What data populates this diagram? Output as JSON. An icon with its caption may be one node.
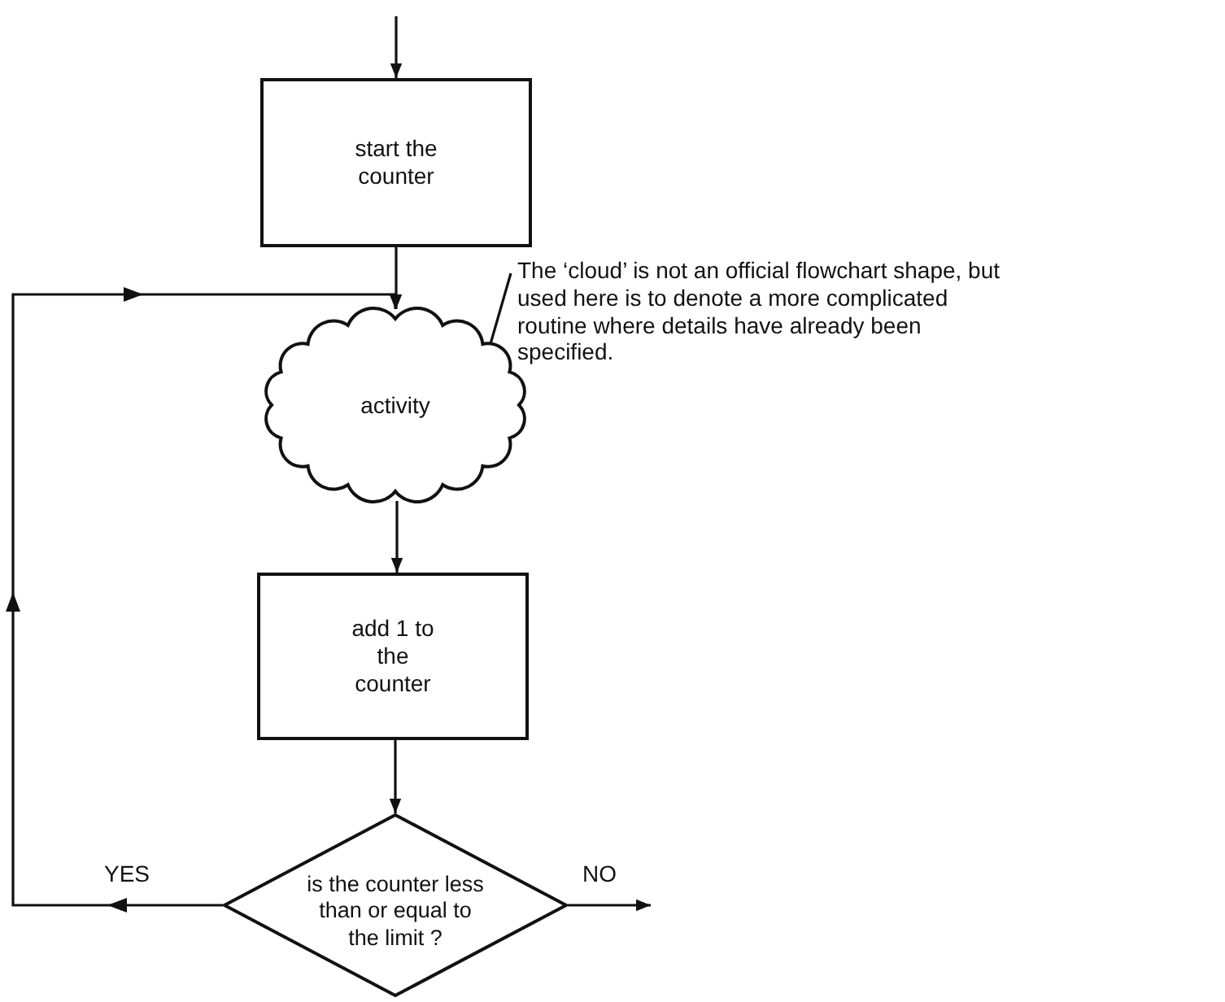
{
  "diagram": {
    "nodes": [
      {
        "text": [
          "start the counter"
        ]
      },
      {
        "text": [
          "activity"
        ]
      },
      {
        "text": [
          "add 1 to the counter"
        ]
      },
      {
        "text": [
          "is the counter less than or equal to the limit ?"
        ]
      },
      {
        "text": [
          "The ‘cloud’ is not an official flowchart shape, but used here is to denote a more complicated routine where details have already been specified."
        ]
      }
    ],
    "edges": [
      {
        "from": null,
        "to": 0,
        "arrow": "to"
      },
      {
        "from": 0,
        "to": 1,
        "arrow": "to"
      },
      {
        "from": 1,
        "to": 2,
        "arrow": "to"
      },
      {
        "from": 2,
        "to": 3,
        "arrow": "to"
      },
      {
        "from": 3,
        "to": 1,
        "arrow": "to",
        "label": "YES"
      },
      {
        "from": 3,
        "to": null,
        "arrow": "to",
        "label": "NO"
      },
      {
        "from": 4,
        "to": 1,
        "arrow": "none"
      }
    ]
  }
}
